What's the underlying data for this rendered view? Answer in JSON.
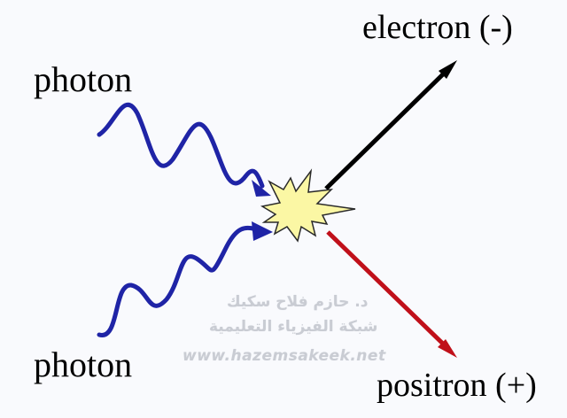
{
  "labels": {
    "photon_top": "photon",
    "photon_bottom": "photon",
    "electron": "electron (-)",
    "positron": "positron (+)"
  },
  "watermark": {
    "name": "د. حازم فلاح سكيك",
    "network": "شبكة الفيزياء التعليمية",
    "url": "www.hazemsakeek.net"
  },
  "colors": {
    "photon": "#1f24a6",
    "electron": "#000000",
    "positron": "#c0101a",
    "burst_fill": "#fbf7a4",
    "burst_stroke": "#2a2a2a",
    "watermark": "#c9ccd3"
  }
}
